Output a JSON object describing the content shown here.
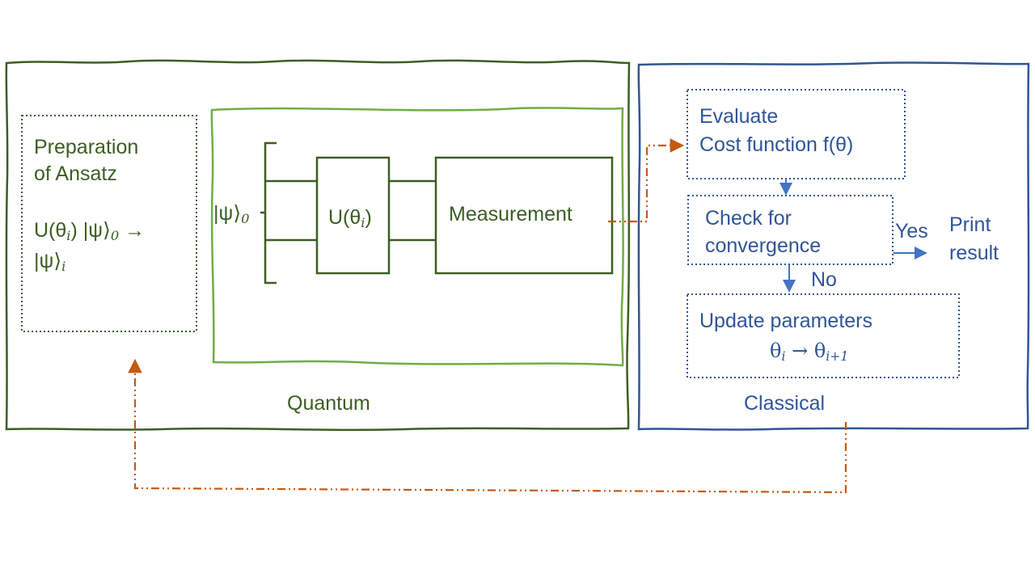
{
  "colors": {
    "quantum_green": "#3b5e22",
    "circuit_green": "#70ad47",
    "classical_blue": "#2f5597",
    "arrow_blue": "#4472c4",
    "loop_orange": "#c55a11",
    "background": "#ffffff"
  },
  "quantum": {
    "label": "Quantum",
    "ansatz": {
      "title_line1": "Preparation",
      "title_line2": "of Ansatz",
      "formula_u": "U(θ",
      "formula_sub_i": "i",
      "formula_ket0": ") |ψ⟩",
      "formula_sub_0": "0",
      "formula_arrow": " →",
      "formula_line2": "|ψ⟩",
      "formula_line2_sub": "i"
    },
    "circuit": {
      "input_state": "|ψ⟩",
      "input_sub": "0",
      "unitary": "U(θ",
      "unitary_sub": "i",
      "unitary_close": ")",
      "measurement": "Measurement"
    }
  },
  "classical": {
    "label": "Classical",
    "evaluate_line1": "Evaluate",
    "evaluate_line2": "Cost function f(θ)",
    "check_line1": "Check for",
    "check_line2": "convergence",
    "yes_label": "Yes",
    "no_label": "No",
    "print_line1": "Print",
    "print_line2": "result",
    "update_line1": "Update parameters",
    "update_theta": "θ",
    "update_sub_i": "i",
    "update_arrow": " → θ",
    "update_sub_next": "i+1"
  }
}
